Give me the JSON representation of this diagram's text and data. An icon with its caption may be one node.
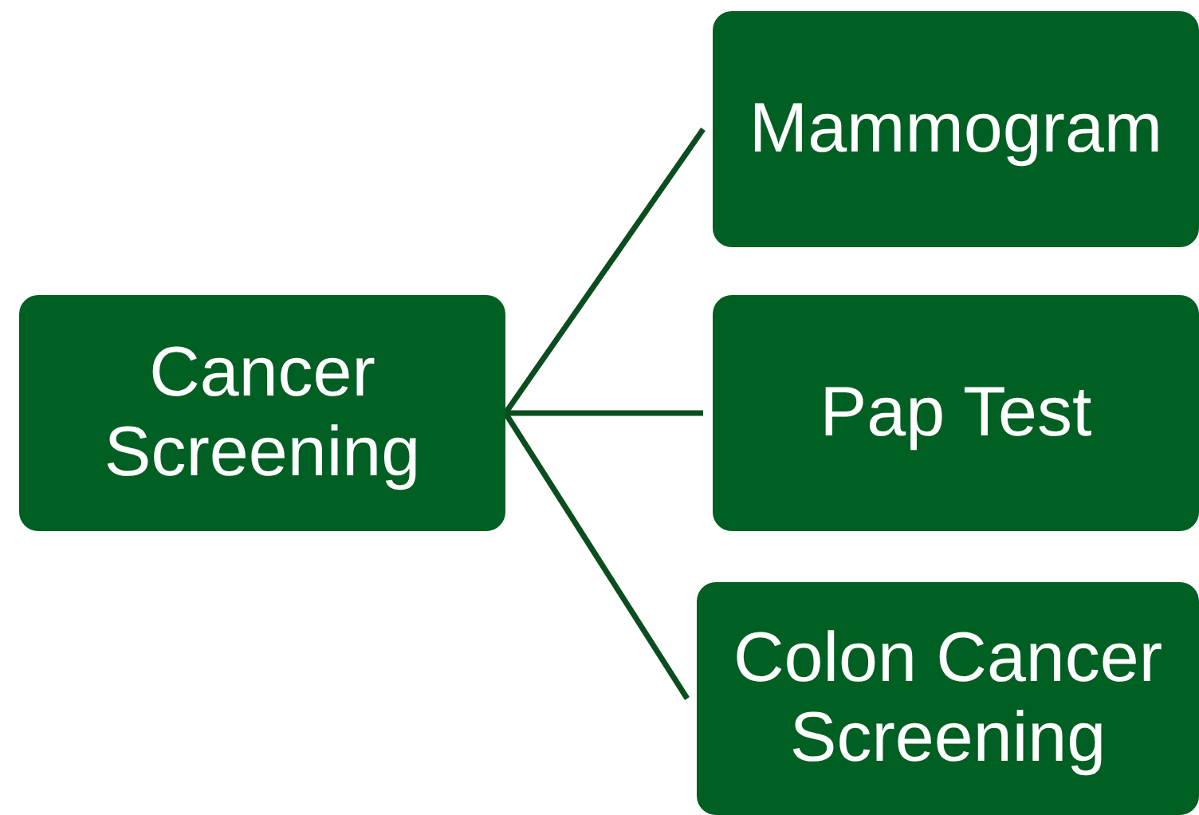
{
  "diagram": {
    "nodes": [
      {
        "text": [
          "Cancer Screening"
        ]
      },
      {
        "text": [
          "Mammogram"
        ]
      },
      {
        "text": [
          "Pap Test"
        ]
      },
      {
        "text": [
          "Colon Cancer Screening"
        ]
      }
    ],
    "edges": [
      {
        "from": 0,
        "to": 1,
        "arrow": "none"
      },
      {
        "from": 0,
        "to": 2,
        "arrow": "none"
      },
      {
        "from": 0,
        "to": 3,
        "arrow": "none"
      }
    ]
  }
}
